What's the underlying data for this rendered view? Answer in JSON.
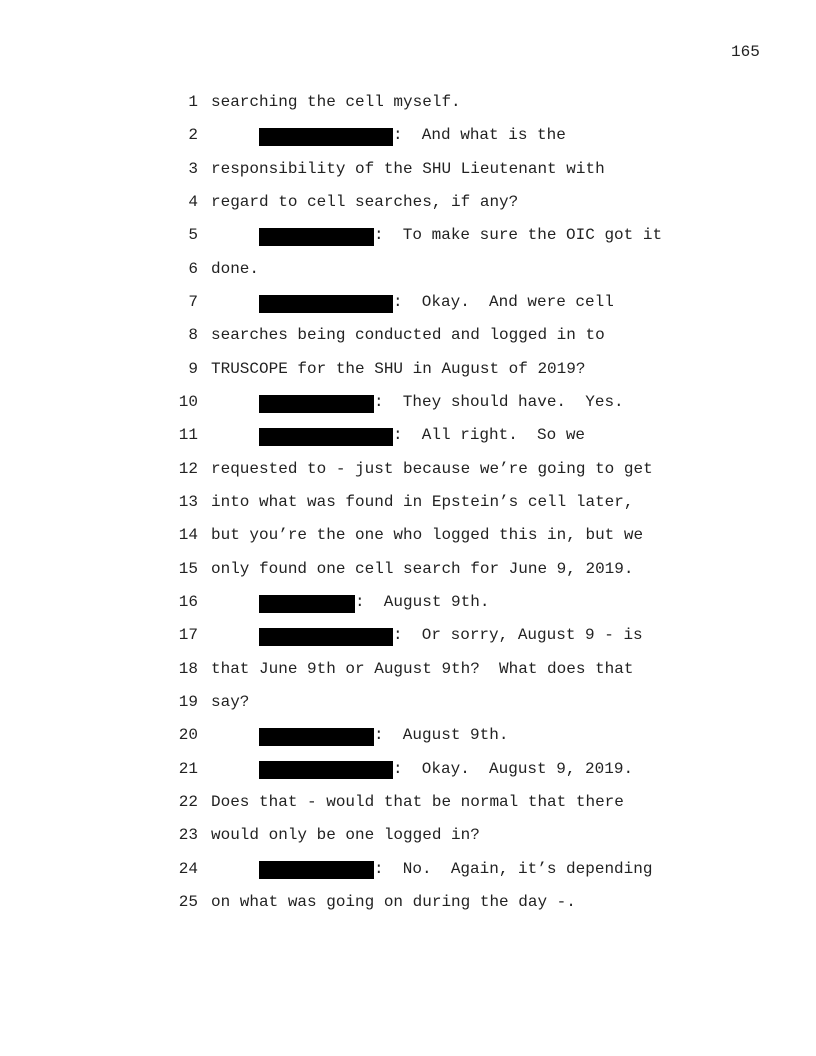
{
  "page_number": "165",
  "lines": [
    {
      "n": "1",
      "text": "searching the cell myself."
    },
    {
      "n": "2",
      "redaction": "L",
      "text": ":  And what is the"
    },
    {
      "n": "3",
      "text": "responsibility of the SHU Lieutenant with"
    },
    {
      "n": "4",
      "text": "regard to cell searches, if any?"
    },
    {
      "n": "5",
      "redaction": "M",
      "text": ":  To make sure the OIC got it"
    },
    {
      "n": "6",
      "text": "done."
    },
    {
      "n": "7",
      "redaction": "L",
      "text": ":  Okay.  And were cell"
    },
    {
      "n": "8",
      "text": "searches being conducted and logged in to"
    },
    {
      "n": "9",
      "text": "TRUSCOPE for the SHU in August of 2019?"
    },
    {
      "n": "10",
      "redaction": "M",
      "text": ":  They should have.  Yes."
    },
    {
      "n": "11",
      "redaction": "L",
      "text": ":  All right.  So we"
    },
    {
      "n": "12",
      "text": "requested to - just because we’re going to get"
    },
    {
      "n": "13",
      "text": "into what was found in Epstein’s cell later,"
    },
    {
      "n": "14",
      "text": "but you’re the one who logged this in, but we"
    },
    {
      "n": "15",
      "text": "only found one cell search for June 9, 2019."
    },
    {
      "n": "16",
      "redaction": "S",
      "text": ":  August 9th."
    },
    {
      "n": "17",
      "redaction": "L",
      "text": ":  Or sorry, August 9 - is"
    },
    {
      "n": "18",
      "text": "that June 9th or August 9th?  What does that"
    },
    {
      "n": "19",
      "text": "say?"
    },
    {
      "n": "20",
      "redaction": "M",
      "text": ":  August 9th."
    },
    {
      "n": "21",
      "redaction": "L",
      "text": ":  Okay.  August 9, 2019."
    },
    {
      "n": "22",
      "text": "Does that - would that be normal that there"
    },
    {
      "n": "23",
      "text": "would only be one logged in?"
    },
    {
      "n": "24",
      "redaction": "M",
      "text": ":  No.  Again, it’s depending"
    },
    {
      "n": "25",
      "text": "on what was going on during the day -."
    }
  ]
}
